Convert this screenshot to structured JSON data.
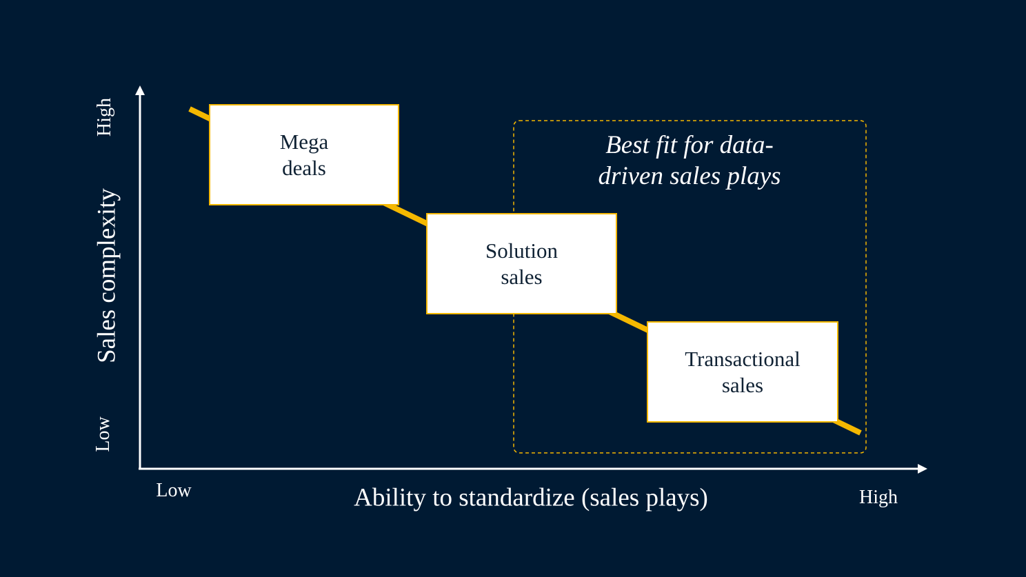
{
  "axes": {
    "y_label": "Sales complexity",
    "y_high": "High",
    "y_low": "Low",
    "x_label": "Ability to standardize (sales plays)",
    "x_low": "Low",
    "x_high": "High"
  },
  "segments": [
    {
      "label": "Mega\ndeals"
    },
    {
      "label": "Solution\nsales"
    },
    {
      "label": "Transactional\nsales"
    }
  ],
  "highlight_region": {
    "title": "Best fit for data-\ndriven sales plays"
  },
  "colors": {
    "background": "#001a33",
    "accent": "#f5b800",
    "box_fill": "#ffffff",
    "box_text": "#0f2133",
    "axis": "#ffffff"
  }
}
